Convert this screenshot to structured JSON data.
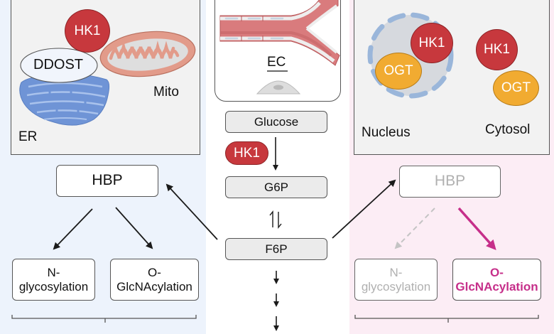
{
  "left_panel": {
    "organelles": {
      "hk1": "HK1",
      "ddost": "DDOST",
      "mito": "Mito",
      "er": "ER"
    },
    "hbp": "HBP",
    "n_glyco_line1": "N-",
    "n_glyco_line2": "glycosylation",
    "o_glc_line1": "O-",
    "o_glc_line2": "GlcNAcylation",
    "bg_color": "#edf3fc"
  },
  "center_panel": {
    "cell_label": "EC",
    "enzyme": "HK1",
    "metabolites": [
      "Glucose",
      "G6P",
      "F6P"
    ],
    "downstream_arrows": 3
  },
  "right_panel": {
    "compartments": {
      "nucleus_label": "Nucleus",
      "cytosol_label": "Cytosol",
      "nuclear_hk1": "HK1",
      "nuclear_ogt": "OGT",
      "cytosol_hk1": "HK1",
      "cytosol_ogt": "OGT"
    },
    "hbp": "HBP",
    "n_glyco_line1": "N-",
    "n_glyco_line2": "glycosylation",
    "o_glc_line1": "O-",
    "o_glc_line2": "GlcNAcylation",
    "bg_color": "#fcedf5",
    "highlight_color": "#c62f8a"
  },
  "colors": {
    "hk1": "#c7383d",
    "ogt": "#f1ab31",
    "er": "#6f94d6",
    "mito": "#e29b8a",
    "nuclear_envelope": "#9ab6da"
  }
}
